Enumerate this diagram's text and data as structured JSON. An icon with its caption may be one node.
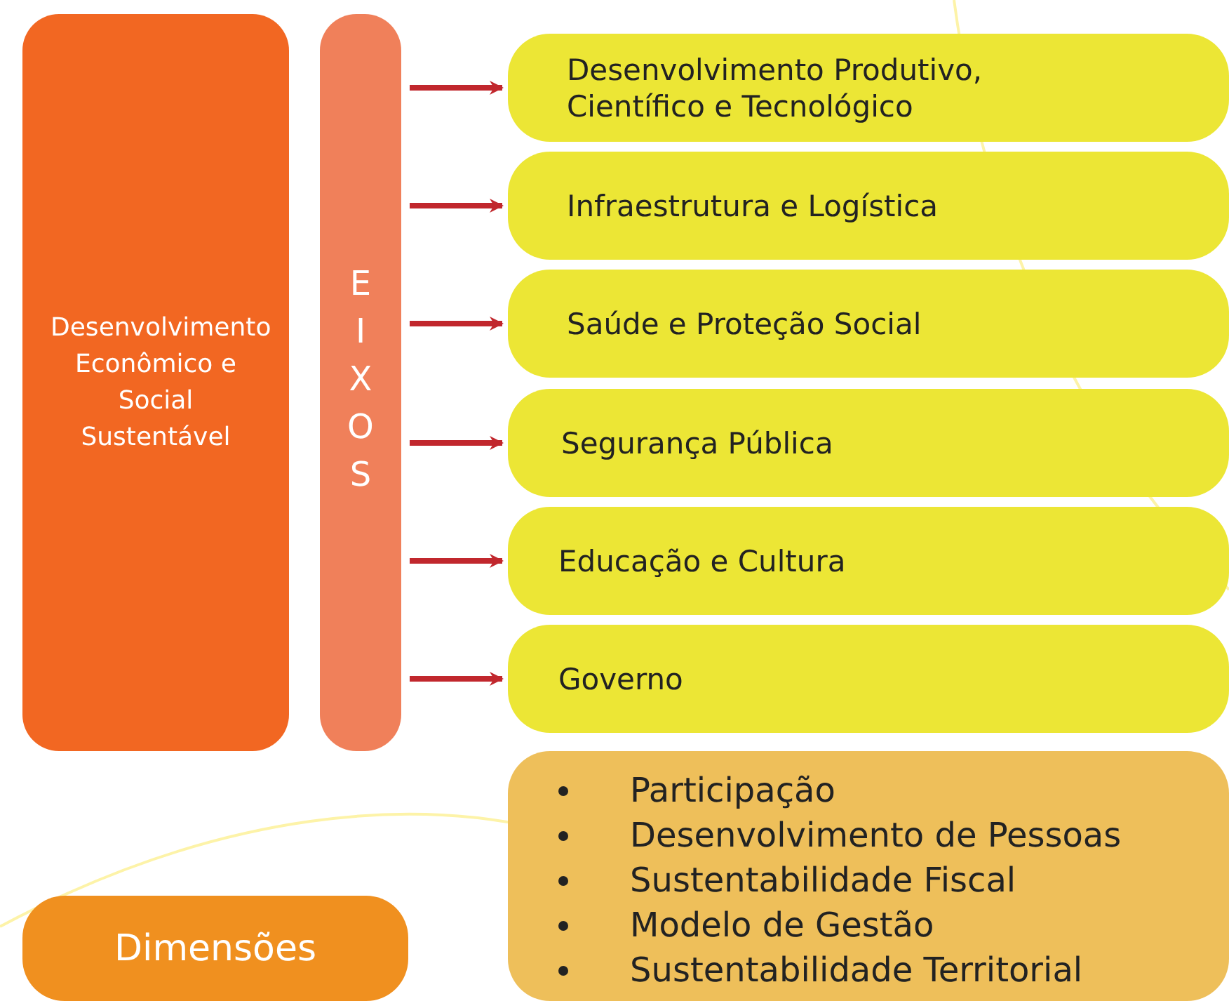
{
  "diagram": {
    "nodes": [
      {
        "text": [
          "Desenvolvimento Econômico e Social Sustentável"
        ]
      },
      {
        "text": [
          "EIXOS"
        ]
      },
      {
        "text": [
          "Desenvolvimento Produtivo, Científico e Tecnológico"
        ]
      },
      {
        "text": [
          "Infraestrutura e Logística"
        ]
      },
      {
        "text": [
          "Saúde e Proteção Social"
        ]
      },
      {
        "text": [
          "Segurança Pública"
        ]
      },
      {
        "text": [
          "Educação e Cultura"
        ]
      },
      {
        "text": [
          "Governo"
        ]
      },
      {
        "text": [
          "Participação",
          "Desenvolvimento de Pessoas",
          "Sustentabilidade Fiscal",
          "Modelo de Gestão",
          "Sustentabilidade Territorial"
        ]
      },
      {
        "text": [
          "Dimensões"
        ]
      }
    ],
    "edges": [
      {
        "from": 1,
        "to": 2,
        "arrow": "to"
      },
      {
        "from": 1,
        "to": 3,
        "arrow": "to"
      },
      {
        "from": 1,
        "to": 4,
        "arrow": "to"
      },
      {
        "from": 1,
        "to": 5,
        "arrow": "to"
      },
      {
        "from": 1,
        "to": 6,
        "arrow": "to"
      },
      {
        "from": 1,
        "to": 7,
        "arrow": "to"
      }
    ]
  }
}
